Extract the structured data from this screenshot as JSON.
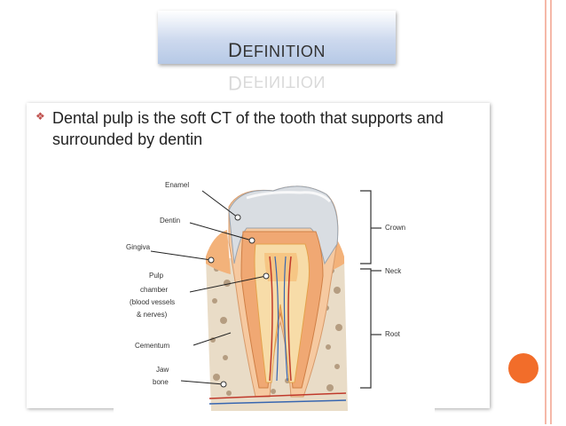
{
  "slide": {
    "title": "Definition",
    "bullet": "Dental pulp is the soft CT of the tooth that supports and surrounded by dentin"
  },
  "diagram": {
    "labels": {
      "enamel": "Enamel",
      "dentin": "Dentin",
      "gingiva": "Gingiva",
      "pulp_1": "Pulp",
      "pulp_2": "chamber",
      "pulp_3": "(blood vessels",
      "pulp_4": "& nerves)",
      "cementum": "Cementum",
      "jaw_1": "Jaw",
      "jaw_2": "bone",
      "crown": "Crown",
      "neck": "Neck",
      "root": "Root"
    }
  },
  "colors": {
    "accent": "#f26d2a",
    "rule": "#f5b8a8",
    "bullet": "#c0504d"
  }
}
